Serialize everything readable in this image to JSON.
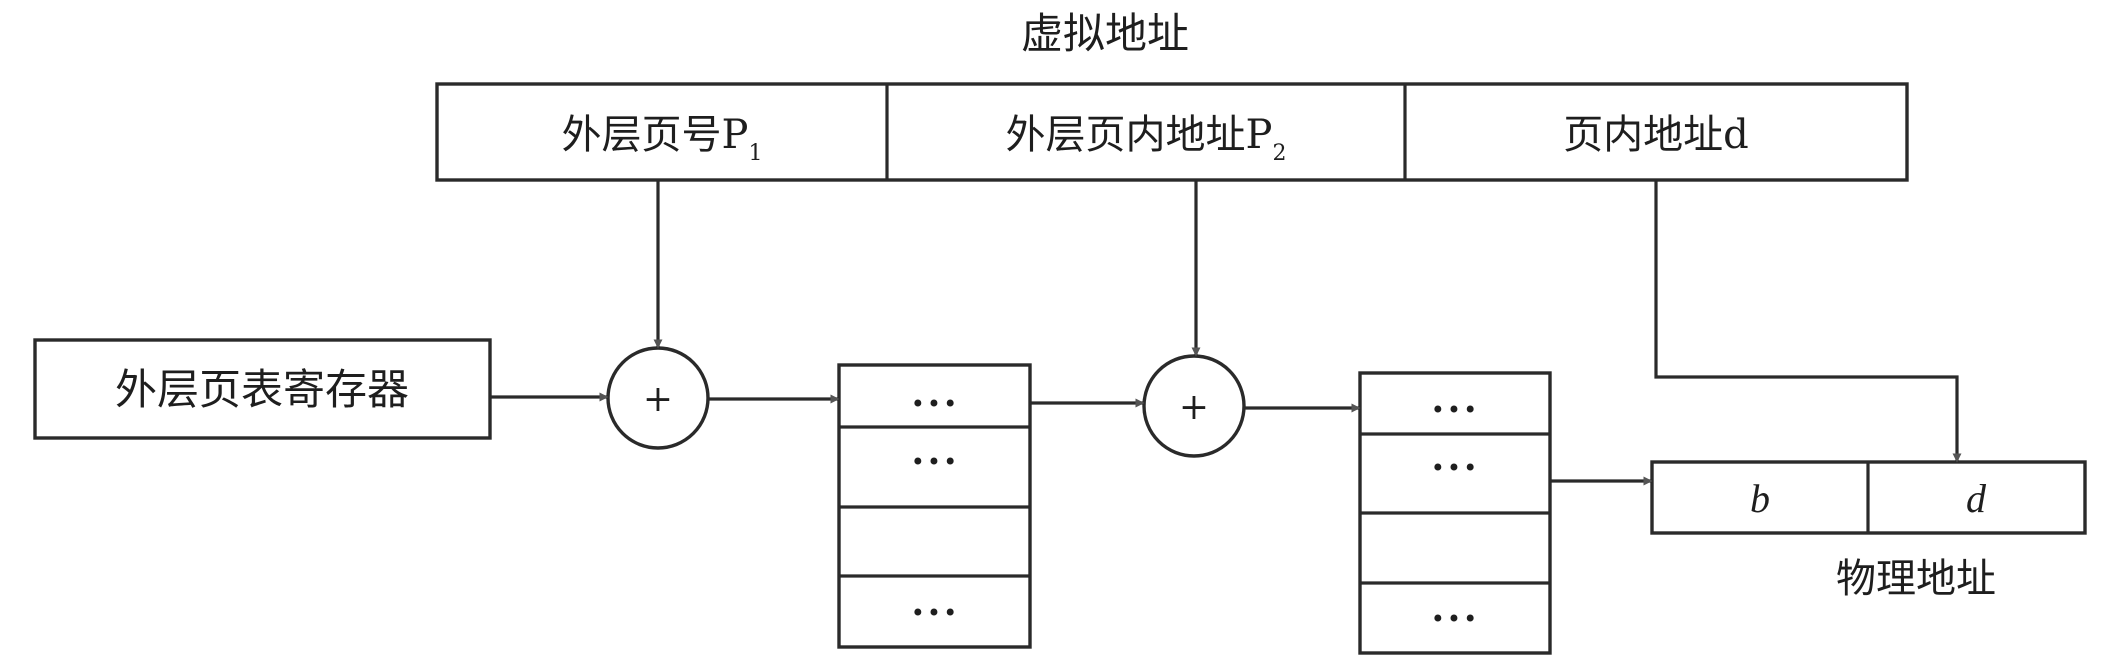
{
  "diagram": {
    "title": "虚拟地址",
    "virtual_address": {
      "fields": [
        {
          "label": "外层页号P",
          "subscript": "1"
        },
        {
          "label": "外层页内地址P",
          "subscript": "2"
        },
        {
          "label": "页内地址d",
          "subscript": ""
        }
      ]
    },
    "register": {
      "label": "外层页表寄存器"
    },
    "adders": [
      {
        "symbol": "+"
      },
      {
        "symbol": "+"
      }
    ],
    "outer_page_table": {
      "rows": [
        "•••",
        "•••",
        "",
        "•••"
      ]
    },
    "page_table": {
      "rows": [
        "•••",
        "•••",
        "",
        "•••"
      ]
    },
    "physical_address": {
      "fields": [
        {
          "label": "b"
        },
        {
          "label": "d"
        }
      ],
      "caption": "物理地址"
    }
  }
}
